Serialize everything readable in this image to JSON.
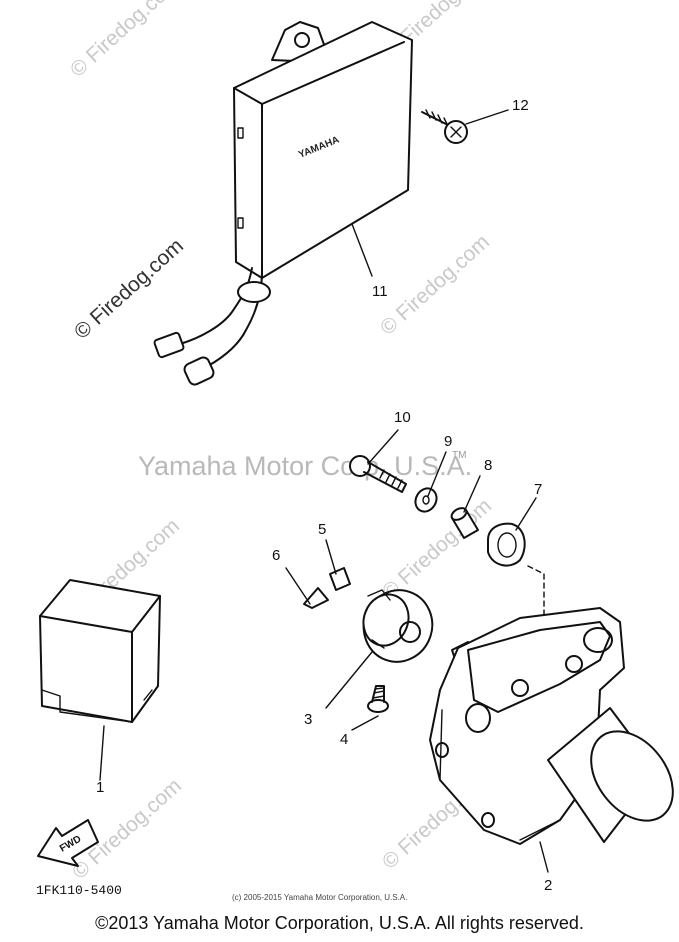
{
  "watermarks": {
    "firedog": "© Firedog.com",
    "center": "Yamaha Motor Corp. U.S.A.",
    "tm": "TM"
  },
  "diagram": {
    "brand_on_unit": "YAMAHA",
    "fwd_label": "FWD",
    "part_code": "1FK110-5400",
    "small_copyright": "(c) 2005-2015 Yamaha Motor Corporation, U.S.A.",
    "callouts": {
      "p1": "1",
      "p2": "2",
      "p3": "3",
      "p4": "4",
      "p5": "5",
      "p6": "6",
      "p7": "7",
      "p8": "8",
      "p9": "9",
      "p10": "10",
      "p11": "11",
      "p12": "12"
    }
  },
  "footer": {
    "copyright": "©2013 Yamaha Motor Corporation, U.S.A. All rights reserved."
  }
}
